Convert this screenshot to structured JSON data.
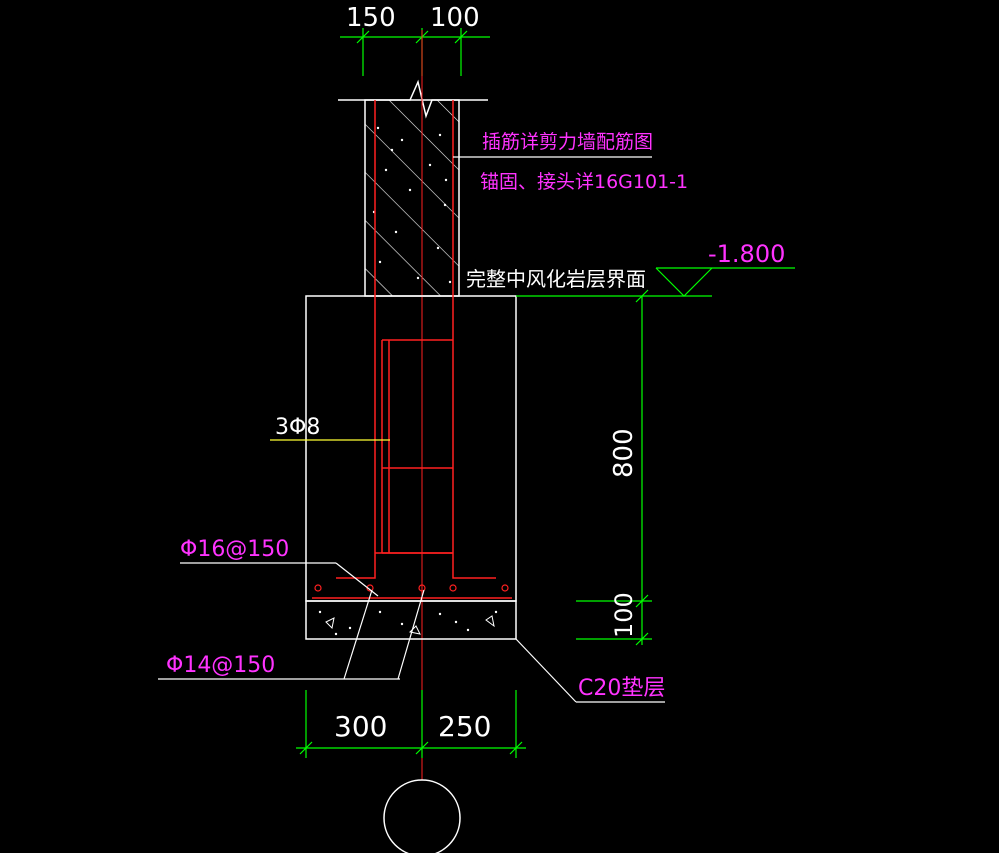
{
  "colors": {
    "background": "#000000",
    "outline": "#ffffff",
    "dimension": "#00ff00",
    "rebar": "#ff2020",
    "annotation": "#ff33ff",
    "leader_yellow": "#ffff33"
  },
  "dimensions": {
    "wall_left": "150",
    "wall_right": "100",
    "footing_height": "800",
    "cushion_height": "100",
    "footing_left": "300",
    "footing_right": "250"
  },
  "elevation": {
    "value": "-1.800"
  },
  "notes": {
    "dowel_note": "插筋详剪力墙配筋图",
    "anchor_note": "锚固、接头详16G101-1",
    "rock_interface": "完整中风化岩层界面",
    "stirrup_label": "3Φ8",
    "top_bar_label": "Φ16@150",
    "bottom_bar_label": "Φ14@150",
    "cushion_label": "C20垫层"
  }
}
